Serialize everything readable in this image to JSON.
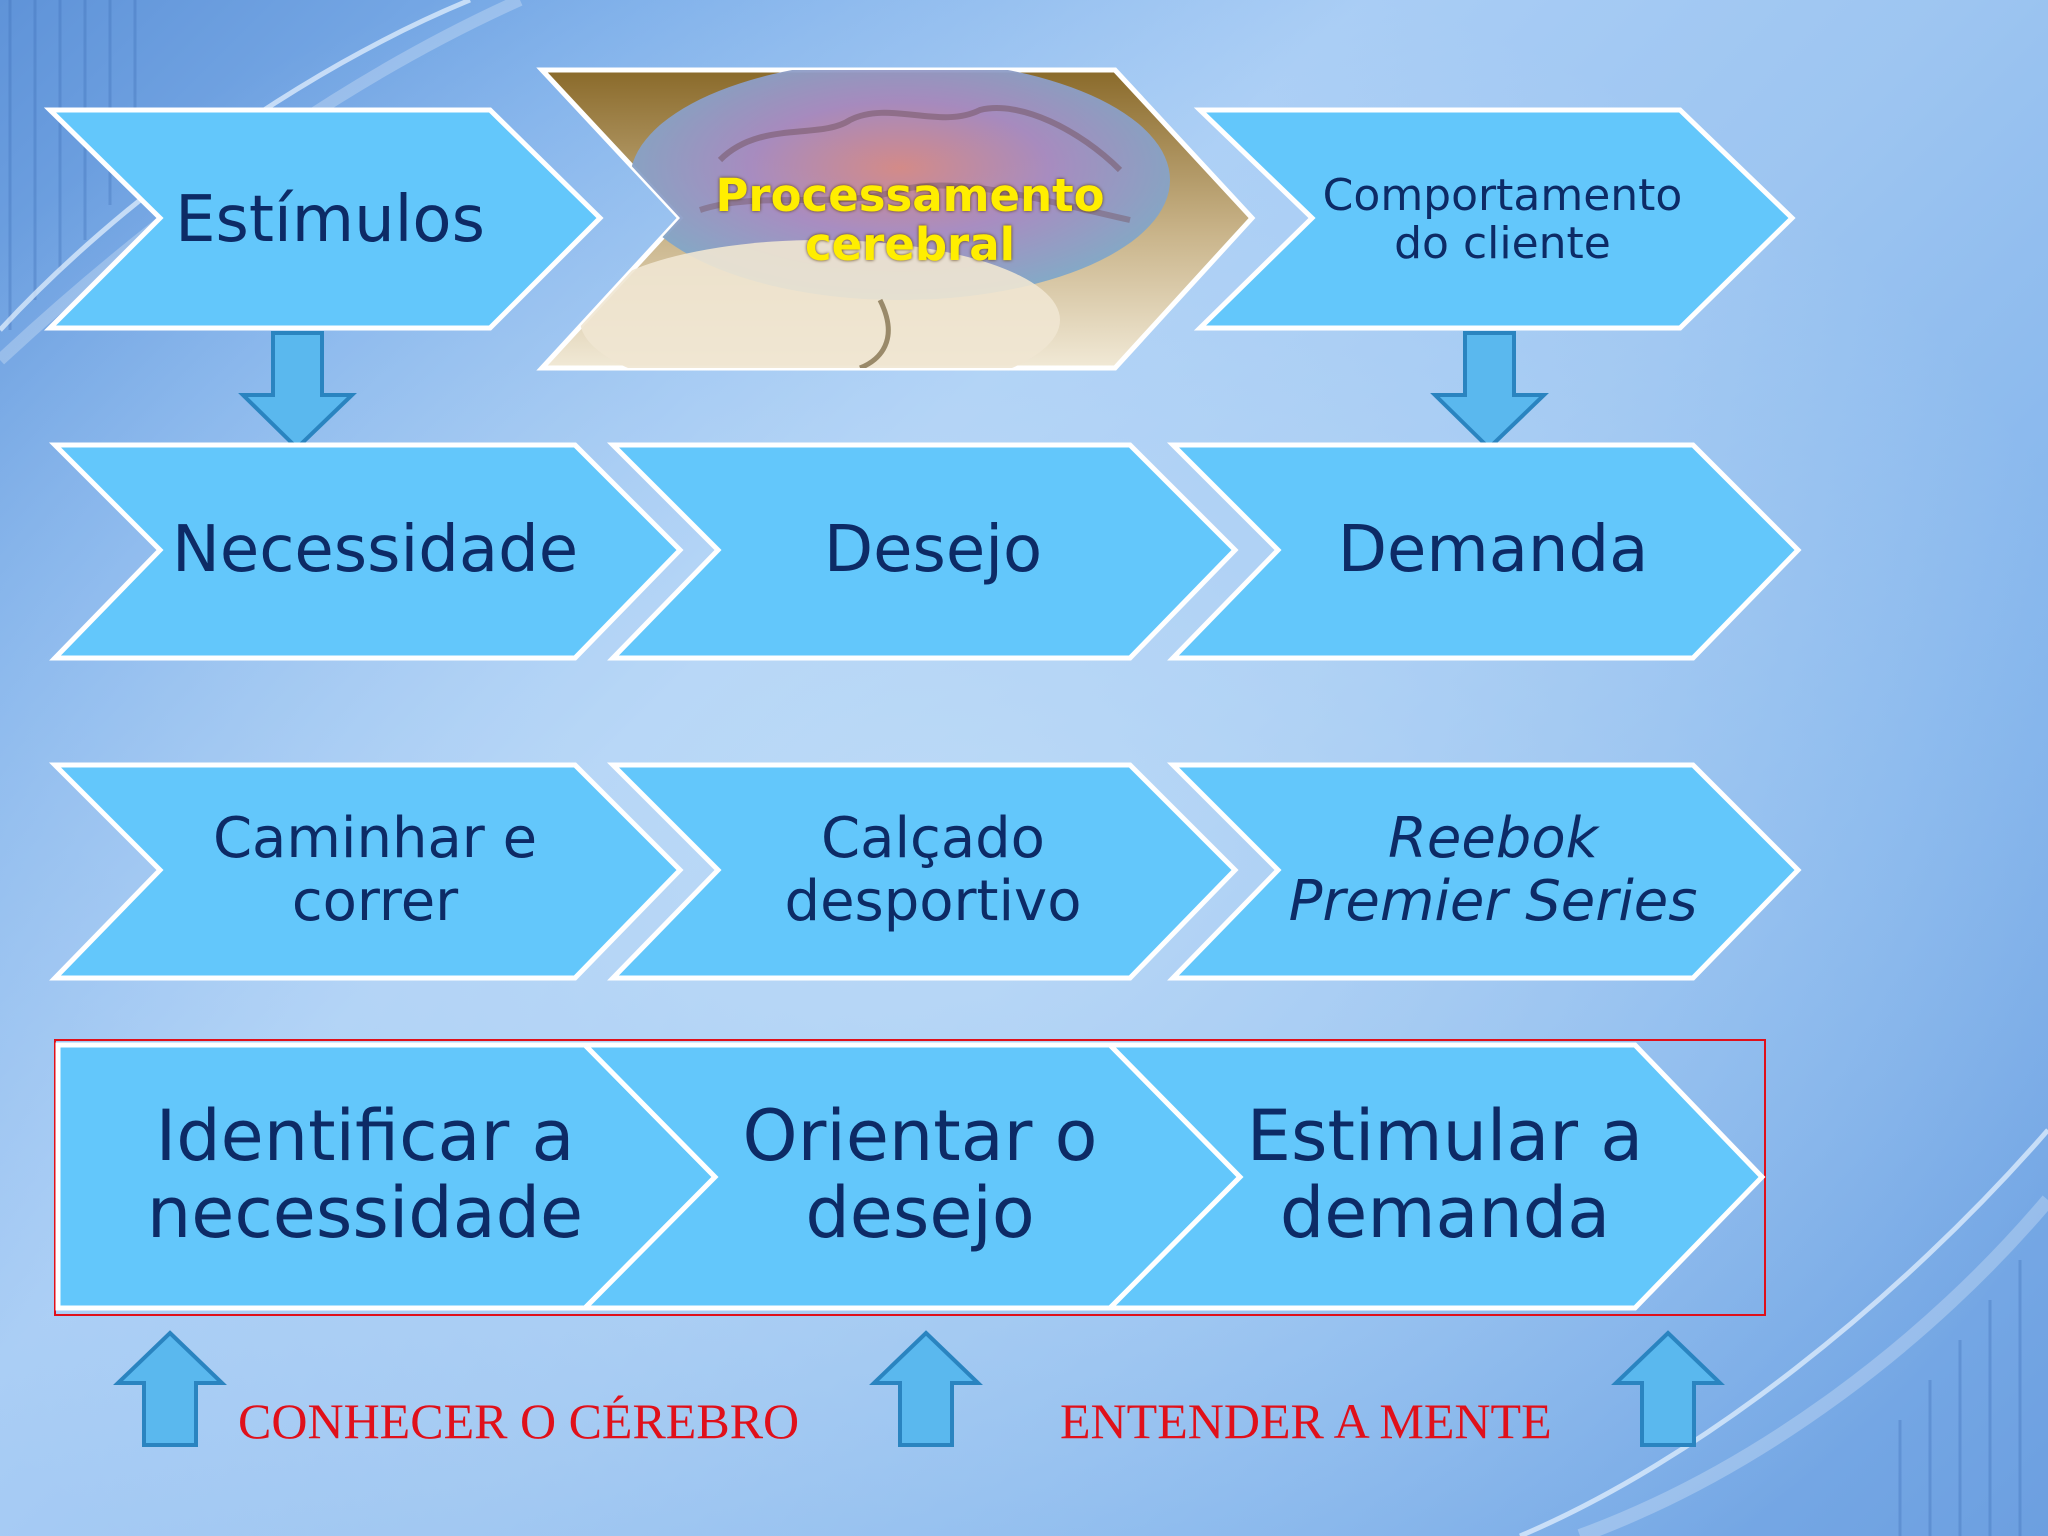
{
  "top_row": {
    "stimuli": "Estímulos",
    "brain_processing": "Processamento\ncerebral",
    "customer_behavior": "Comportamento\ndo cliente"
  },
  "row2": [
    "Necessidade",
    "Desejo",
    "Demanda"
  ],
  "row3": [
    {
      "text": "Caminhar e\ncorrer",
      "italic": false
    },
    {
      "text": "Calçado\ndesportivo",
      "italic": false
    },
    {
      "text": "Reebok\nPremier Series",
      "italic": true
    }
  ],
  "row4": [
    "Identificar a\nnecessidade",
    "Orientar o\ndesejo",
    "Estimular a\ndemanda"
  ],
  "bottom_captions": {
    "left": "CONHECER O CÉREBRO",
    "right": "ENTENDER A MENTE"
  },
  "colors": {
    "chevron_fill": "#63c7fb",
    "chevron_stroke": "#ffffff",
    "text": "#0d2b66",
    "highlight_text": "#ffee00",
    "caption_red": "#e0101a",
    "arrow_fill": "#5ab8ee",
    "arrow_stroke": "#2a84c0",
    "frame_red": "#e0101a"
  }
}
